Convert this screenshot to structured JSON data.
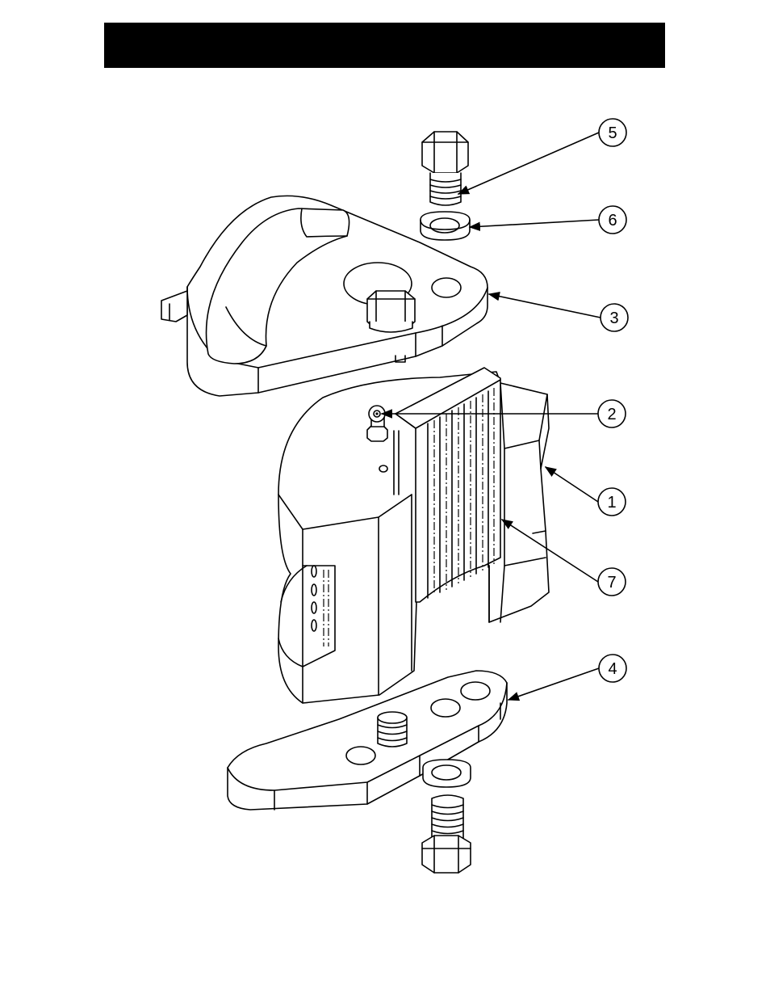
{
  "header": {
    "background": "#000000"
  },
  "callouts": [
    {
      "id": "5",
      "label": "5"
    },
    {
      "id": "6",
      "label": "6"
    },
    {
      "id": "3",
      "label": "3"
    },
    {
      "id": "2",
      "label": "2"
    },
    {
      "id": "1",
      "label": "1"
    },
    {
      "id": "7",
      "label": "7"
    },
    {
      "id": "4",
      "label": "4"
    }
  ]
}
